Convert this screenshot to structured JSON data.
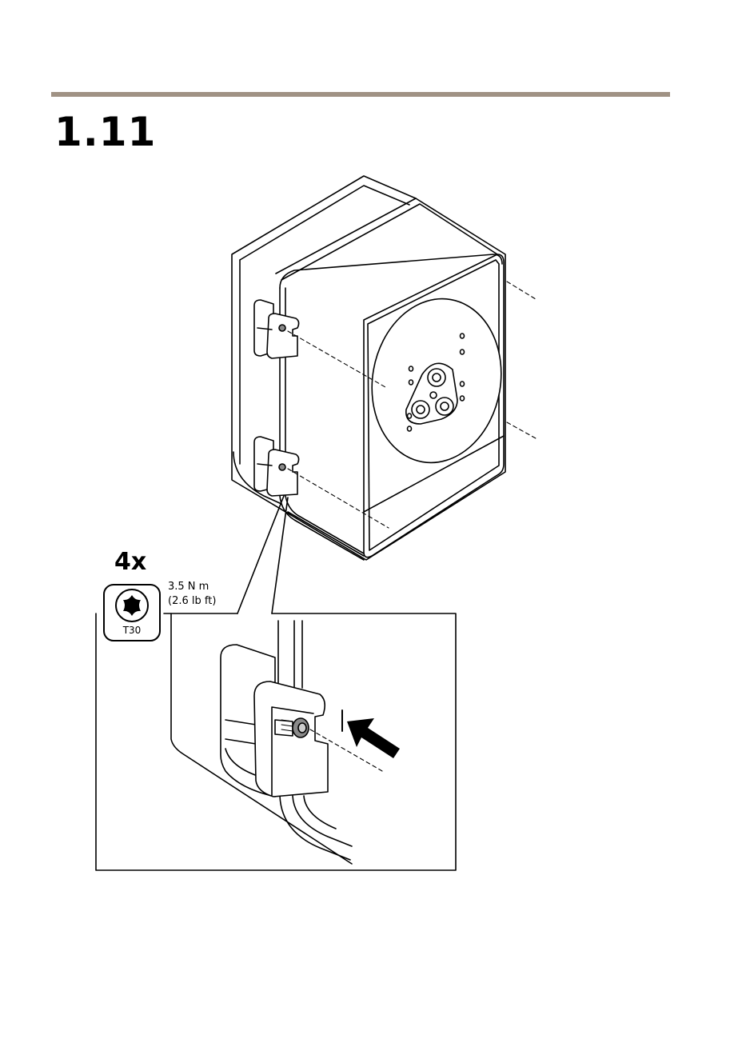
{
  "header": {
    "step_number": "1.11"
  },
  "callout": {
    "quantity": "4x",
    "torque_nm": "3.5 N m",
    "torque_lbft": "(2.6 lb ft)",
    "bit_type": "T30"
  },
  "icons": [
    "torx-bit-icon",
    "push-arrow-icon"
  ],
  "colors": {
    "rule": "#a09284",
    "line": "#000000",
    "screw": "#8a8a8a"
  }
}
